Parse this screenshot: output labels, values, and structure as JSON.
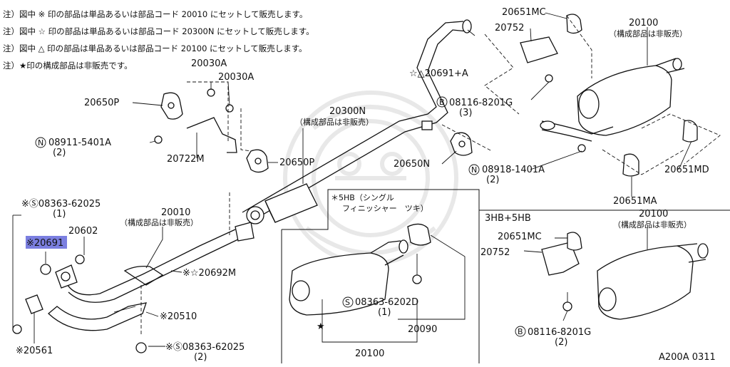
{
  "notes": [
    "注）図中 ※ 印の部品は単品あるいは部品コード 20010 にセットして販売します。",
    "注）図中 ☆ 印の部品は単品あるいは部品コード 20300N にセットして販売します。",
    "注）図中 △ 印の部品は単品あるいは部品コード 20100 にセットして販売します。",
    "注）★印の構成部品は非販売です。"
  ],
  "labels": {
    "p20651MC_top": "20651MC",
    "p20100_top": "20100",
    "p20100_top_sub": "（構成部品は非販売）",
    "p20752_top": "20752",
    "p20691A": "☆△20691+A",
    "p08116_top": "08116-8201G",
    "p08116_top_qty": "(3)",
    "p20030A_1": "20030A",
    "p20030A_2": "20030A",
    "p20650P_1": "20650P",
    "p20300N": "20300N",
    "p20300N_sub": "（構成部品は非販売）",
    "p08911": "08911-5401A",
    "p08911_qty": "(2)",
    "p20722M": "20722M",
    "p20650P_2": "20650P",
    "p20650N": "20650N",
    "p08918": "08918-1401A",
    "p08918_qty": "(2)",
    "p20651MD": "20651MD",
    "p20651MA": "20651MA",
    "p08363_top": "※Ⓢ08363-62025",
    "p08363_top_qty": "(1)",
    "p20010": "20010",
    "p20010_sub": "（構成部品は非販売）",
    "p20602": "20602",
    "p20691_hl": "※20691",
    "p20692M": "※☆20692M",
    "p20510": "※20510",
    "p08363_bot": "※Ⓢ08363-62025",
    "p08363_bot_qty": "(2)",
    "p20561": "※20561",
    "inset_title_1": "＊5HB（シングル",
    "inset_title_2": "フィニッシャー　ツキ）",
    "inset_08363": "08363-6202D",
    "inset_08363_qty": "(1)",
    "inset_20090": "20090",
    "inset_20100": "20100",
    "inset_star": "★",
    "hb_title": "3HB+5HB",
    "hb_20100": "20100",
    "hb_20100_sub": "（構成部品は非販売）",
    "hb_20651MC": "20651MC",
    "hb_20752": "20752",
    "hb_08116": "08116-8201G",
    "hb_08116_qty": "(2)",
    "figure_code": "A200A 0311",
    "circle_S": "S",
    "circle_N": "N",
    "circle_B": "B"
  },
  "colors": {
    "highlight": "#7b7fe0",
    "ink": "#111111"
  }
}
